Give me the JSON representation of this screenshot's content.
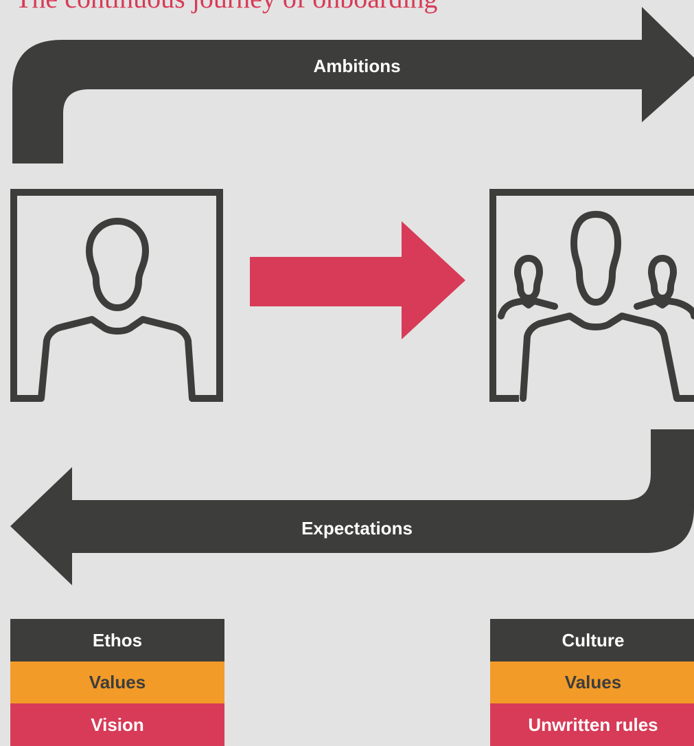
{
  "title": "The continuous journey of onboarding",
  "arrows": {
    "top_label": "Ambitions",
    "bottom_label": "Expectations"
  },
  "icons": {
    "left": "single-person-icon",
    "right": "group-of-people-icon",
    "middle": "right-arrow-icon"
  },
  "left_stack": {
    "row1": "Ethos",
    "row2": "Values",
    "row3": "Vision"
  },
  "right_stack": {
    "row1": "Culture",
    "row2": "Values",
    "row3": "Unwritten rules"
  },
  "colors": {
    "background": "#e3e3e3",
    "dark": "#3d3d3b",
    "accent_red": "#d73b57",
    "accent_orange": "#f29b29"
  }
}
